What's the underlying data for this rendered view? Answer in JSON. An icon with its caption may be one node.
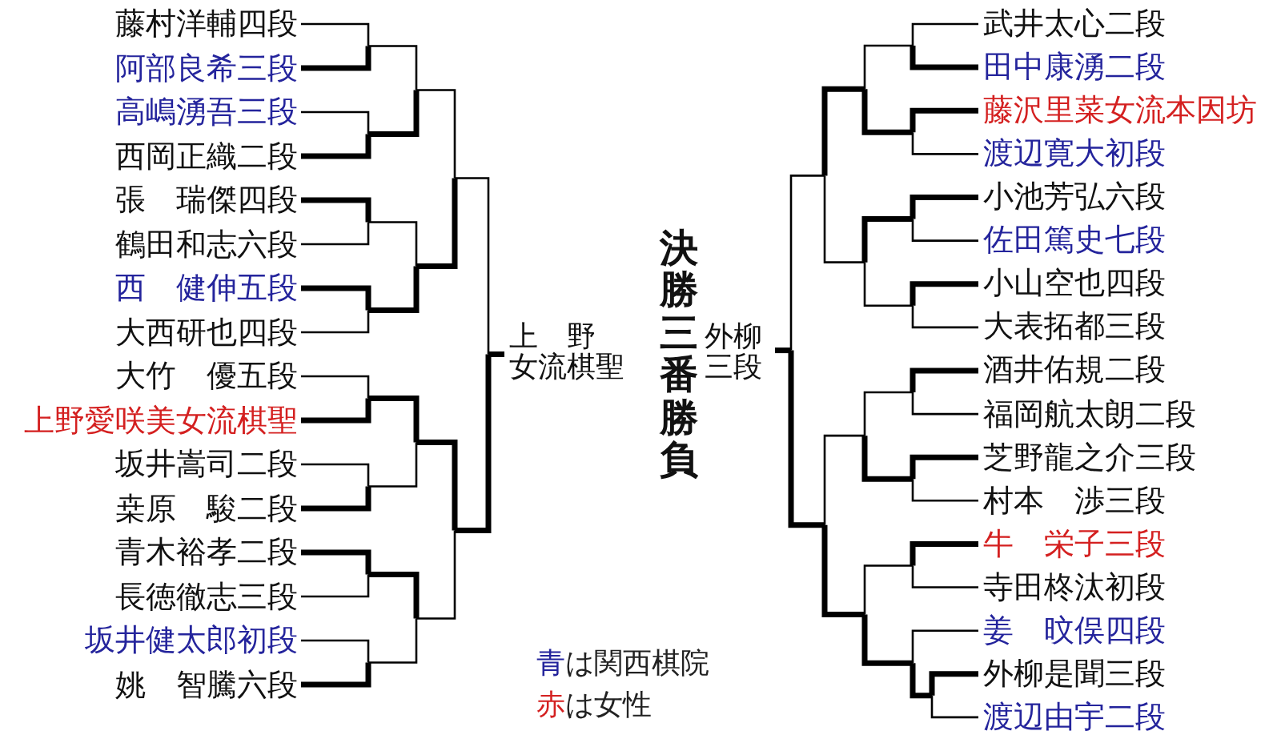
{
  "diagram": {
    "title": "決勝三番勝負",
    "nodes": [
      {
        "text": [
          "藤村洋輔四段"
        ]
      },
      {
        "text": [
          "阿部良希三段"
        ]
      },
      {
        "text": [
          "高嶋湧吾三段"
        ]
      },
      {
        "text": [
          "西岡正織二段"
        ]
      },
      {
        "text": [
          "張　瑞傑四段"
        ]
      },
      {
        "text": [
          "鶴田和志六段"
        ]
      },
      {
        "text": [
          "西　健伸五段"
        ]
      },
      {
        "text": [
          "大西研也四段"
        ]
      },
      {
        "text": [
          "大竹　優五段"
        ]
      },
      {
        "text": [
          "上野愛咲美女流棋聖"
        ]
      },
      {
        "text": [
          "坂井嵩司二段"
        ]
      },
      {
        "text": [
          "桒原　駿二段"
        ]
      },
      {
        "text": [
          "青木裕孝二段"
        ]
      },
      {
        "text": [
          "長徳徹志三段"
        ]
      },
      {
        "text": [
          "坂井健太郎初段"
        ]
      },
      {
        "text": [
          "姚　智騰六段"
        ]
      },
      {
        "text": [
          "武井太心二段"
        ]
      },
      {
        "text": [
          "田中康湧二段"
        ]
      },
      {
        "text": [
          "藤沢里菜女流本因坊"
        ]
      },
      {
        "text": [
          "渡辺寛大初段"
        ]
      },
      {
        "text": [
          "小池芳弘六段"
        ]
      },
      {
        "text": [
          "佐田篤史七段"
        ]
      },
      {
        "text": [
          "小山空也四段"
        ]
      },
      {
        "text": [
          "大表拓都三段"
        ]
      },
      {
        "text": [
          "酒井佑規二段"
        ]
      },
      {
        "text": [
          "福岡航太朗二段"
        ]
      },
      {
        "text": [
          "芝野龍之介三段"
        ]
      },
      {
        "text": [
          "村本　渉三段"
        ]
      },
      {
        "text": [
          "牛　栄子三段"
        ]
      },
      {
        "text": [
          "寺田柊汰初段"
        ]
      },
      {
        "text": [
          "姜　旼俣四段"
        ]
      },
      {
        "text": [
          "外柳是聞三段"
        ]
      },
      {
        "text": [
          "渡辺由宇二段"
        ]
      }
    ],
    "labels": [
      "上　野",
      "女流棋聖",
      "外柳",
      "三段"
    ],
    "legend": [
      {
        "text": "青は関西棋院",
        "color": "#24249c"
      },
      {
        "text": "赤は女性",
        "color": "#d42020"
      }
    ]
  }
}
